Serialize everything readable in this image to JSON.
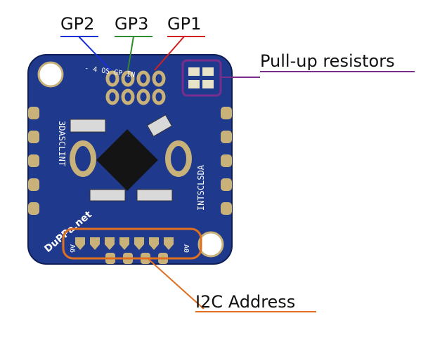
{
  "labels": {
    "gp2": "GP2",
    "gp3": "GP3",
    "gp1": "GP1",
    "pullup": "Pull-up resistors",
    "i2c": "I2C Address"
  },
  "board": {
    "logo_text": "DuPPa.net",
    "left_header_text": "3DASCLINT",
    "right_header_text": "INTSCLSDA",
    "top_pin_text": "- 4 OS GP IN",
    "address_left": "A6",
    "address_right": "A0"
  },
  "colors": {
    "board": "#1f3a8c",
    "gold": "#c9b27a",
    "gp2": "#1a2fd6",
    "gp3": "#2e8b2e",
    "gp1": "#d21f1f",
    "pullup": "#7a2d8c",
    "i2c": "#e07020"
  }
}
